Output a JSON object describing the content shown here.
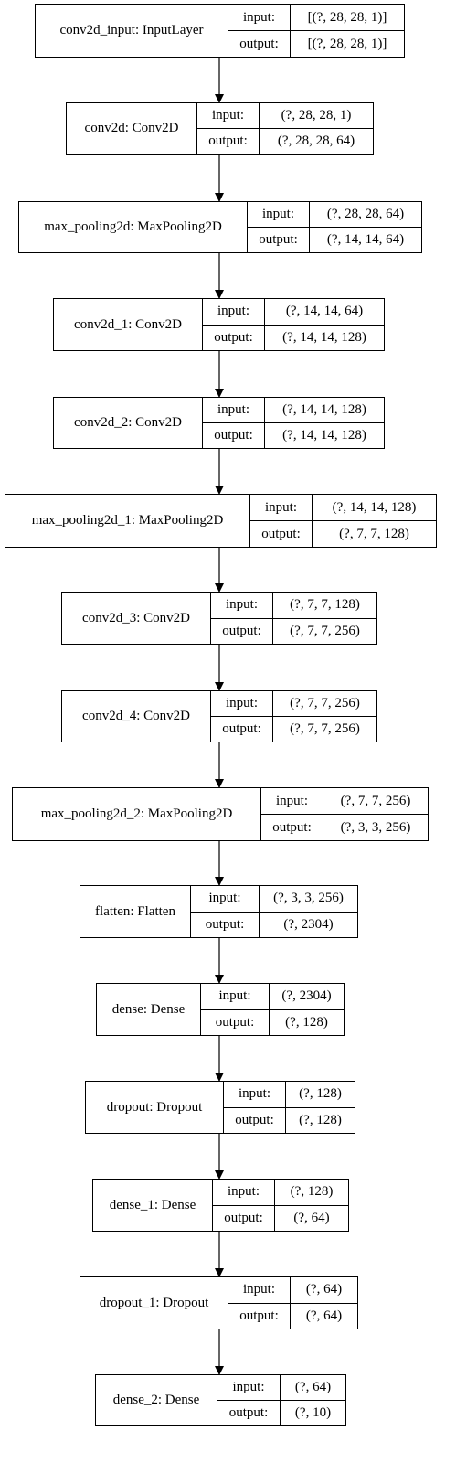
{
  "diagram": {
    "input_label": "input:",
    "output_label": "output:",
    "layers": [
      {
        "name": "conv2d_input: InputLayer",
        "input": "[(?, 28, 28, 1)]",
        "output": "[(?, 28, 28, 1)]"
      },
      {
        "name": "conv2d: Conv2D",
        "input": "(?, 28, 28, 1)",
        "output": "(?, 28, 28, 64)"
      },
      {
        "name": "max_pooling2d: MaxPooling2D",
        "input": "(?, 28, 28, 64)",
        "output": "(?, 14, 14, 64)"
      },
      {
        "name": "conv2d_1: Conv2D",
        "input": "(?, 14, 14, 64)",
        "output": "(?, 14, 14, 128)"
      },
      {
        "name": "conv2d_2: Conv2D",
        "input": "(?, 14, 14, 128)",
        "output": "(?, 14, 14, 128)"
      },
      {
        "name": "max_pooling2d_1: MaxPooling2D",
        "input": "(?, 14, 14, 128)",
        "output": "(?, 7, 7, 128)"
      },
      {
        "name": "conv2d_3: Conv2D",
        "input": "(?, 7, 7, 128)",
        "output": "(?, 7, 7, 256)"
      },
      {
        "name": "conv2d_4: Conv2D",
        "input": "(?, 7, 7, 256)",
        "output": "(?, 7, 7, 256)"
      },
      {
        "name": "max_pooling2d_2: MaxPooling2D",
        "input": "(?, 7, 7, 256)",
        "output": "(?, 3, 3, 256)"
      },
      {
        "name": "flatten: Flatten",
        "input": "(?, 3, 3, 256)",
        "output": "(?, 2304)"
      },
      {
        "name": "dense: Dense",
        "input": "(?, 2304)",
        "output": "(?, 128)"
      },
      {
        "name": "dropout: Dropout",
        "input": "(?, 128)",
        "output": "(?, 128)"
      },
      {
        "name": "dense_1: Dense",
        "input": "(?, 128)",
        "output": "(?, 64)"
      },
      {
        "name": "dropout_1: Dropout",
        "input": "(?, 64)",
        "output": "(?, 64)"
      },
      {
        "name": "dense_2: Dense",
        "input": "(?, 64)",
        "output": "(?, 10)"
      }
    ]
  }
}
